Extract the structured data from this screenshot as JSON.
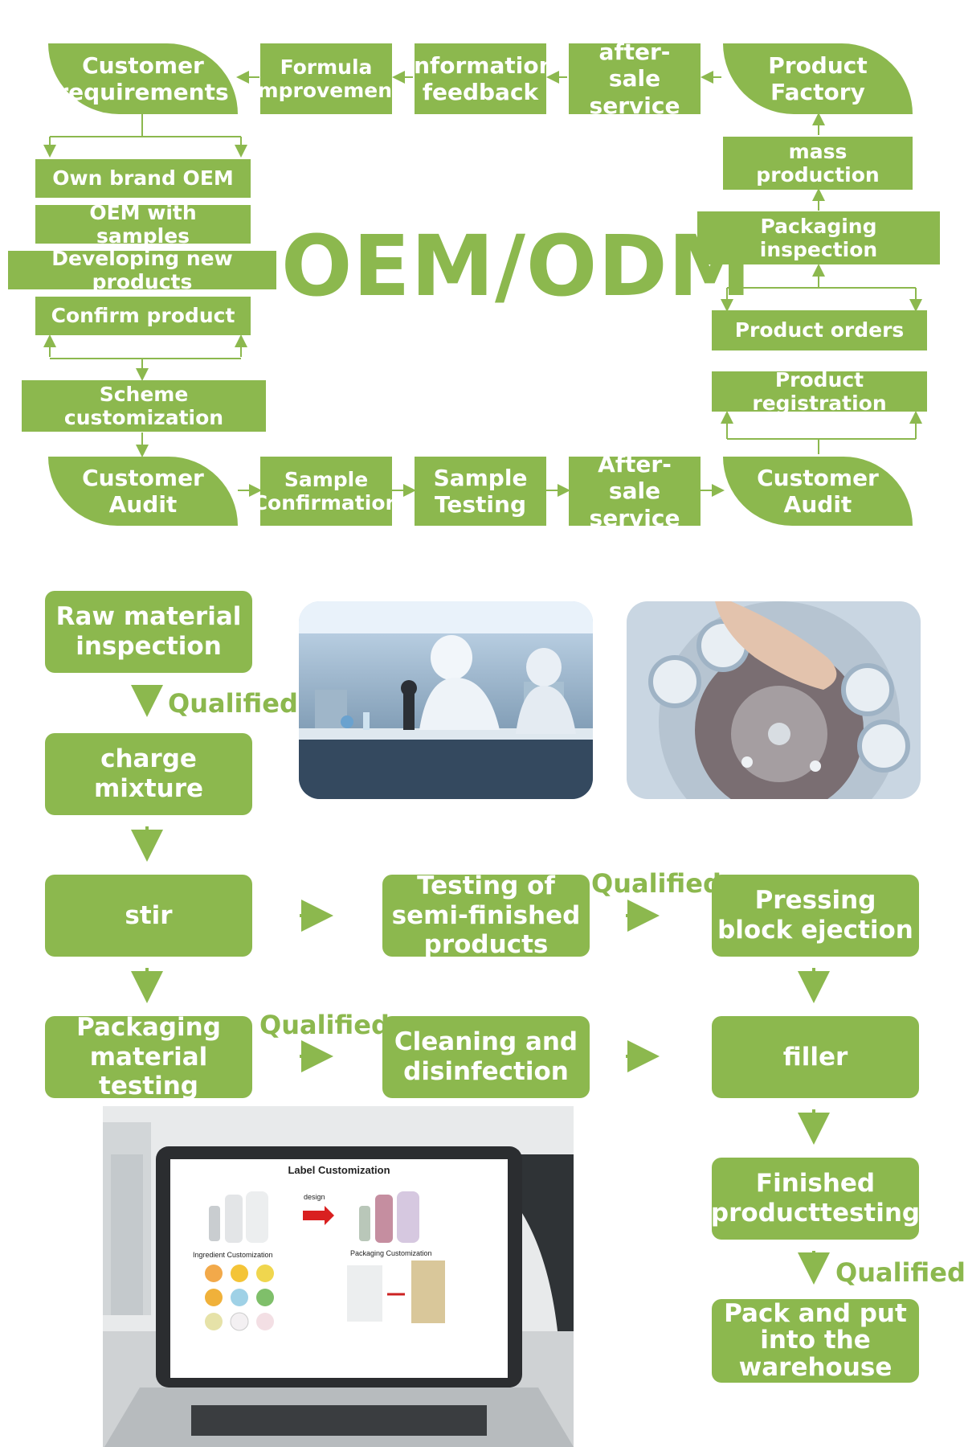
{
  "colors": {
    "accent": "#8cb84e",
    "text_on_accent": "#ffffff"
  },
  "title": "OEM/ODM",
  "top_flow": {
    "row1": [
      "Customer requirements",
      "Formula improvement",
      "information feedback",
      "after-sale service",
      "Product Factory"
    ],
    "left_column": [
      "Own brand OEM",
      "OEM with samples",
      "Developing new products",
      "Confirm product",
      "Scheme customization"
    ],
    "right_column": [
      "mass production",
      "Packaging inspection",
      "Product orders",
      "Product registration"
    ],
    "bottom_row": [
      "Customer Audit",
      "Sample Confirmation",
      "Sample Testing",
      "After-sale service",
      "Customer Audit"
    ]
  },
  "process": {
    "raw_material": "Raw material inspection",
    "charge": "charge mixture",
    "stir": "stir",
    "semi": "Testing of semi-finished products",
    "pressing": "Pressing block ejection",
    "packaging": "Packaging material testing",
    "cleaning": "Cleaning and disinfection",
    "filler": "filler",
    "finished": "Finished producttesting",
    "pack": "Pack and put into the warehouse",
    "qualified": "Qualified"
  },
  "images": {
    "lab_photo": "lab-workers-icon",
    "machine_photo": "filling-machine-icon",
    "laptop": {
      "screen_title": "Label Customization",
      "design_label": "design",
      "ingredient_label": "Ingredient Customization",
      "packaging_label": "Packaging Customization"
    }
  }
}
